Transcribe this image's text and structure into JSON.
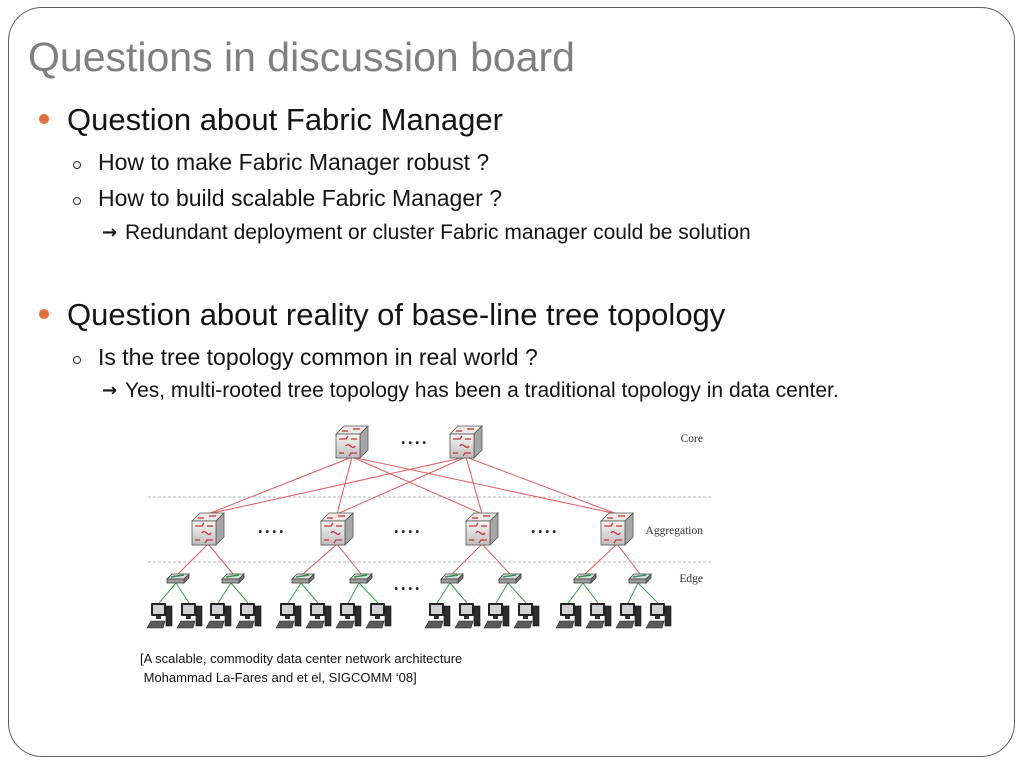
{
  "slide": {
    "title": "Questions in discussion board",
    "colors": {
      "title": "#7f7f7f",
      "bullet": "#e36f3c",
      "text": "#141414",
      "frame": "#5e5e5e"
    },
    "sections": [
      {
        "heading": "Question about Fabric Manager",
        "items": [
          "How to make Fabric Manager robust ?",
          "How to build scalable Fabric Manager ?"
        ],
        "answer": {
          "marker": "→",
          "text": "Redundant deployment or cluster Fabric manager could be solution"
        }
      },
      {
        "heading": "Question about reality of base-line tree topology",
        "items": [
          "Is the tree topology common in real world ?"
        ],
        "answer": {
          "marker": "→",
          "text": "Yes, multi-rooted tree topology has been a traditional topology in data center."
        }
      }
    ]
  },
  "figure": {
    "layer_labels": {
      "core": "Core",
      "aggregation": "Aggregation",
      "edge": "Edge"
    },
    "ellipsis": "....",
    "colors": {
      "switch_link": "#e05a5a",
      "host_link": "#34a24c",
      "divider": "#b3b3b3"
    }
  },
  "caption": {
    "line1": "[A scalable, commodity data center network architecture",
    "line2": " Mohammad La-Fares and et el, SIGCOMM ‘08]"
  }
}
